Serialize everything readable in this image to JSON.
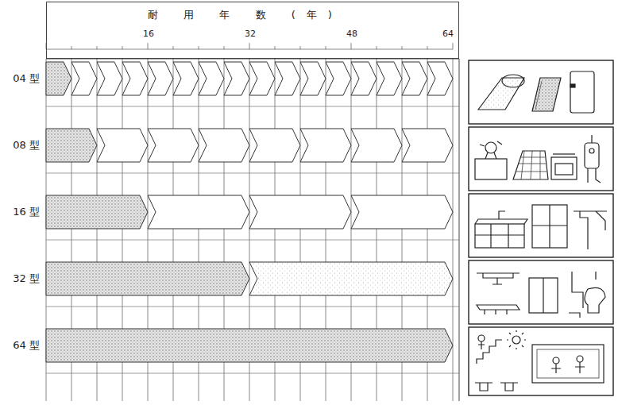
{
  "diagram": {
    "nodes": [
      {
        "text": [
          "耐 用 年 数 (年)",
          "16",
          "32",
          "48",
          "64"
        ]
      }
    ],
    "labels": [
      "04 型",
      "08 型",
      "16 型",
      "32 型",
      "64 型"
    ]
  }
}
